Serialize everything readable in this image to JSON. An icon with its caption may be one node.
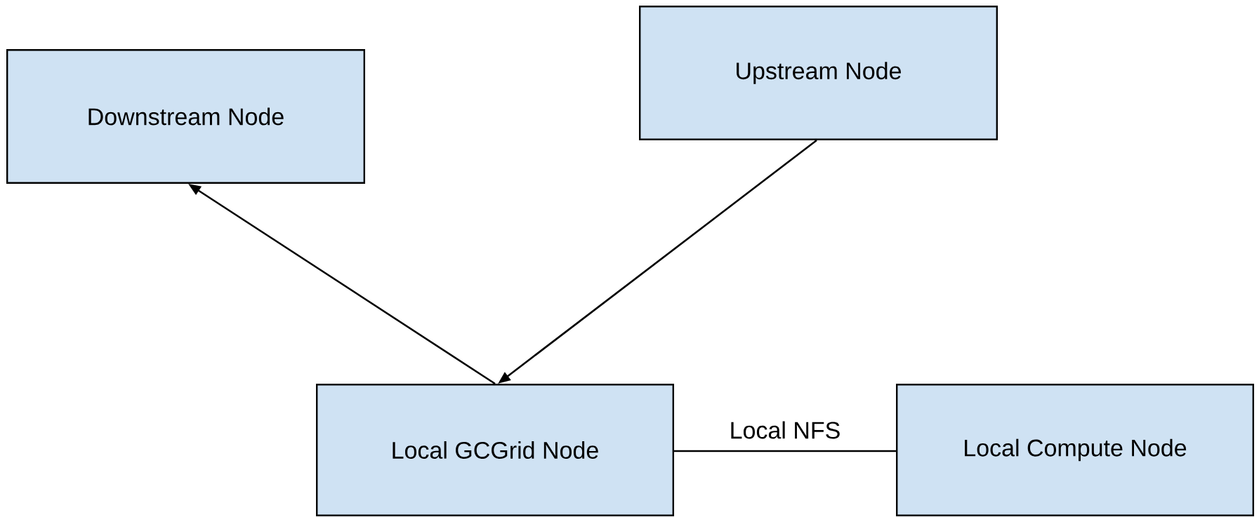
{
  "diagram": {
    "nodes": [
      {
        "text": [
          "Downstream Node"
        ]
      },
      {
        "text": [
          "Upstream Node"
        ]
      },
      {
        "text": [
          "Local GCGrid Node"
        ]
      },
      {
        "text": [
          "Local Compute Node"
        ]
      }
    ],
    "edges": [
      {
        "from": 2,
        "to": 0,
        "arrow": "to"
      },
      {
        "from": 1,
        "to": 2,
        "arrow": "to"
      },
      {
        "from": 2,
        "to": 3,
        "arrow": "none",
        "label": "Local NFS"
      }
    ]
  }
}
